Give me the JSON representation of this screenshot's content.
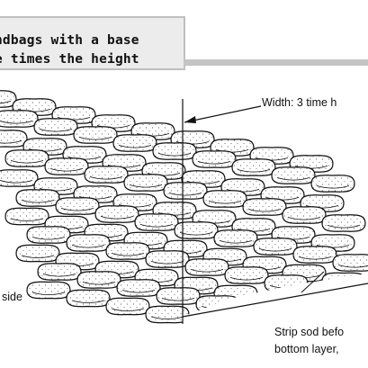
{
  "title": {
    "line1": "ndbags with a base",
    "line2": "e times the height"
  },
  "labels": {
    "width": "Width: 3 time h",
    "side": "side",
    "strip_line1": "Strip sod befo",
    "strip_line2": "bottom layer,"
  },
  "colors": {
    "title_bg": "#ececec",
    "title_border": "#bfbfbf",
    "rule": "#c4c4c4",
    "ink": "#111111"
  }
}
